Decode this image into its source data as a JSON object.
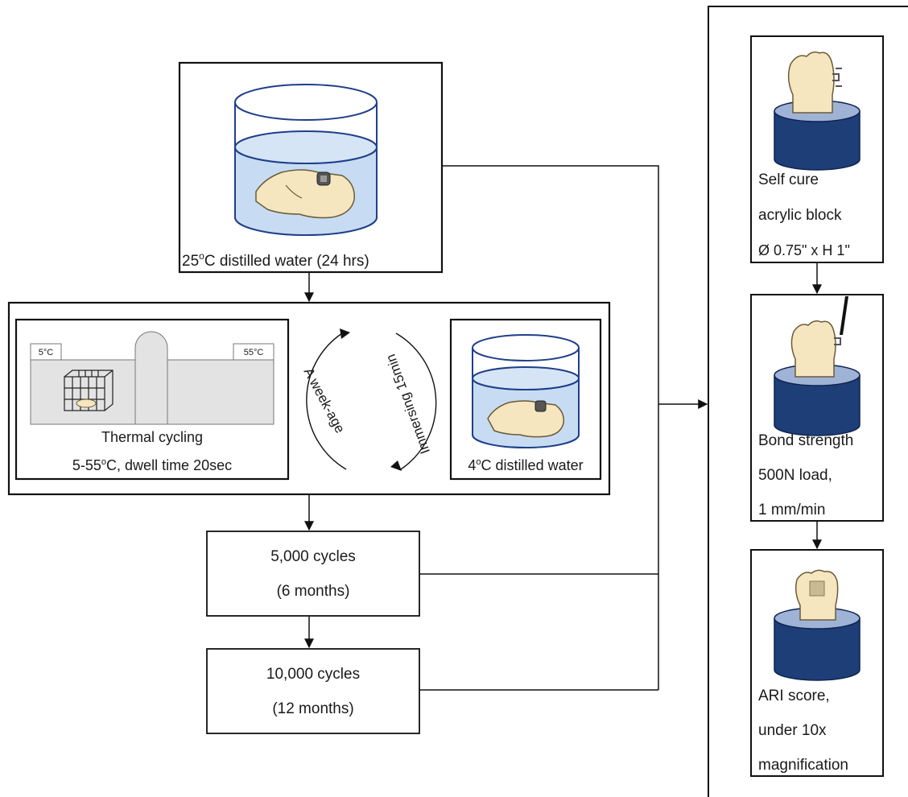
{
  "step1": {
    "caption_pre": "25",
    "caption_sup": "o",
    "caption_post": "C distilled water (24 hrs)"
  },
  "thermal": {
    "cold_label": "5°C",
    "hot_label": "55°C",
    "title": "Thermal cycling",
    "detail_pre": "5-55",
    "detail_sup": "o",
    "detail_post": "C, dwell time 20sec"
  },
  "cycle_arrows": {
    "left": "A week-age",
    "right": "Immersing 15min"
  },
  "storage": {
    "caption_pre": "4",
    "caption_sup": "o",
    "caption_post": "C distilled water"
  },
  "cycles_5000": {
    "line1": "5,000 cycles",
    "line2": "(6 months)"
  },
  "cycles_10000": {
    "line1": "10,000 cycles",
    "line2": "(12 months)"
  },
  "test_column": {
    "block": {
      "line1": "Self cure",
      "line2": "acrylic block",
      "line3": "Ø 0.75\" x H 1\""
    },
    "bond": {
      "line1": "Bond strength",
      "line2": "500N load,",
      "line3": "1 mm/min"
    },
    "ari": {
      "line1": "ARI score,",
      "line2": "under 10x",
      "line3": "magnification"
    }
  },
  "colors": {
    "water": "#c7dcf2",
    "water_edge": "#1f3f8a",
    "tooth": "#f6e6bf",
    "acrylic": "#1e3e78",
    "tank": "#e3e3e3"
  }
}
